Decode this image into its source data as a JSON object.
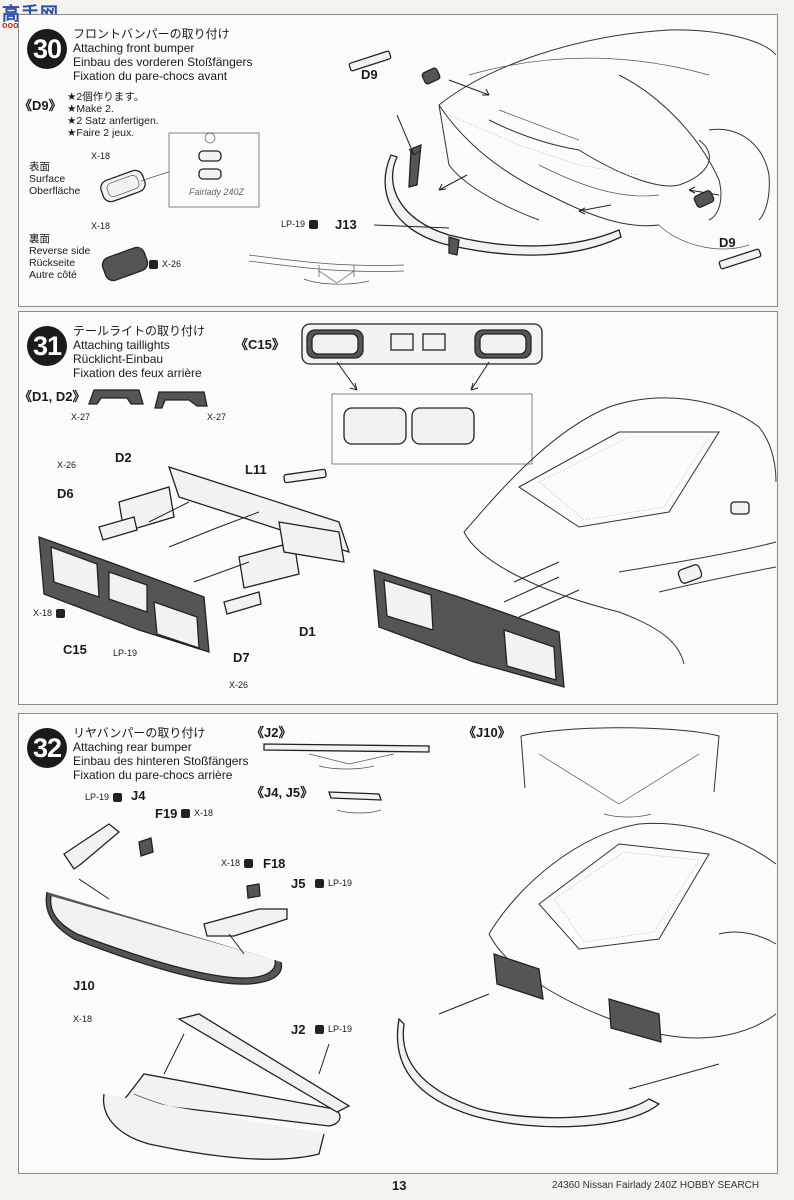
{
  "watermark": {
    "logo": "高手网",
    "url": "ooo.ssssoo.net"
  },
  "steps": [
    {
      "number": "30",
      "title_jp": "フロントバンパーの取り付け",
      "title_en": "Attaching front bumper",
      "title_de": "Einbau des vorderen Stoßfängers",
      "title_fr": "Fixation du pare-chocs avant",
      "note_part": "《D9》",
      "note_lines": [
        "★2個作ります。",
        "★Make 2.",
        "★2 Satz anfertigen.",
        "★Faire 2 jeux."
      ],
      "surface_labels": [
        "表面",
        "Surface",
        "Oberfläche"
      ],
      "reverse_labels": [
        "裏面",
        "Reverse side",
        "Rückseite",
        "Autre côté"
      ],
      "parts": {
        "d9_top": "D9",
        "d9_bottom": "D9",
        "j13": "J13"
      },
      "codes": {
        "x18_a": "X-18",
        "x18_b": "X-18",
        "x26": "X-26",
        "lp19": "LP-19"
      },
      "script_badge": "Fairlady 240Z"
    },
    {
      "number": "31",
      "title_jp": "テールライトの取り付け",
      "title_en": "Attaching taillights",
      "title_de": "Rücklicht-Einbau",
      "title_fr": "Fixation des feux arrière",
      "c15_note": "《C15》",
      "d1d2_note": "《D1, D2》",
      "parts": {
        "d2": "D2",
        "d6": "D6",
        "l11": "L11",
        "c15": "C15",
        "d1": "D1",
        "d7": "D7"
      },
      "codes": {
        "x27_a": "X-27",
        "x27_b": "X-27",
        "x26_a": "X-26",
        "x18": "X-18",
        "lp19": "LP-19",
        "x26_b": "X-26"
      }
    },
    {
      "number": "32",
      "title_jp": "リヤバンパーの取り付け",
      "title_en": "Attaching rear bumper",
      "title_de": "Einbau des hinteren Stoßfängers",
      "title_fr": "Fixation du pare-chocs arrière",
      "j2_note": "《J2》",
      "j4j5_note": "《J4, J5》",
      "j10_note": "《J10》",
      "parts": {
        "j4": "J4",
        "f19": "F19",
        "f18": "F18",
        "j5": "J5",
        "j10": "J10",
        "j2": "J2"
      },
      "codes": {
        "lp19_j4": "LP-19",
        "x18_f19": "X-18",
        "x18_f18": "X-18",
        "lp19_j5": "LP-19",
        "x18_j10": "X-18",
        "lp19_j2": "LP-19"
      }
    }
  ],
  "page": {
    "number": "13",
    "footer": "24360 Nissan Fairlady 240Z  HOBBY SEARCH"
  }
}
